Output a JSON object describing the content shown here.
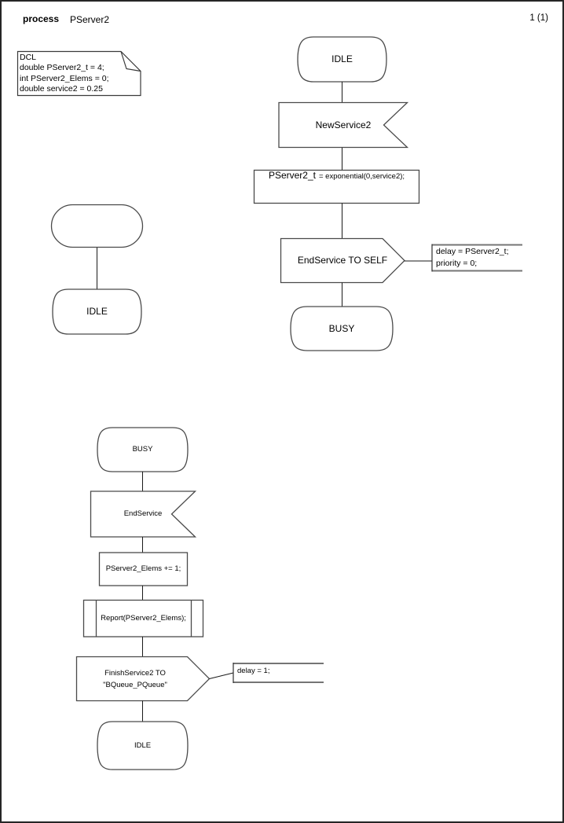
{
  "page": {
    "number": "1 (1)"
  },
  "header": {
    "kind": "process",
    "name": "PServer2"
  },
  "declarations": {
    "text": "DCL\ndouble PServer2_t = 4;\nint PServer2_Elems = 0;\ndouble service2 = 0.25"
  },
  "left_flow": {
    "idle_state": "IDLE"
  },
  "main_flow": {
    "state_top": "IDLE",
    "input_signal": "NewService2",
    "task_var": "PServer2_t",
    "task_expr": "= exponential(0,service2);",
    "output_signal": "EndService TO SELF",
    "comment": "delay = PServer2_t;\npriority = 0;",
    "state_bottom": "BUSY"
  },
  "second_flow": {
    "state_top": "BUSY",
    "input_signal": "EndService",
    "task": "PServer2_Elems += 1;",
    "procedure_call": "Report(PServer2_Elems);",
    "output_signal": "FinishService2 TO\n\"BQueue_PQueue\"",
    "comment": "delay = 1;",
    "state_bottom": "IDLE"
  }
}
